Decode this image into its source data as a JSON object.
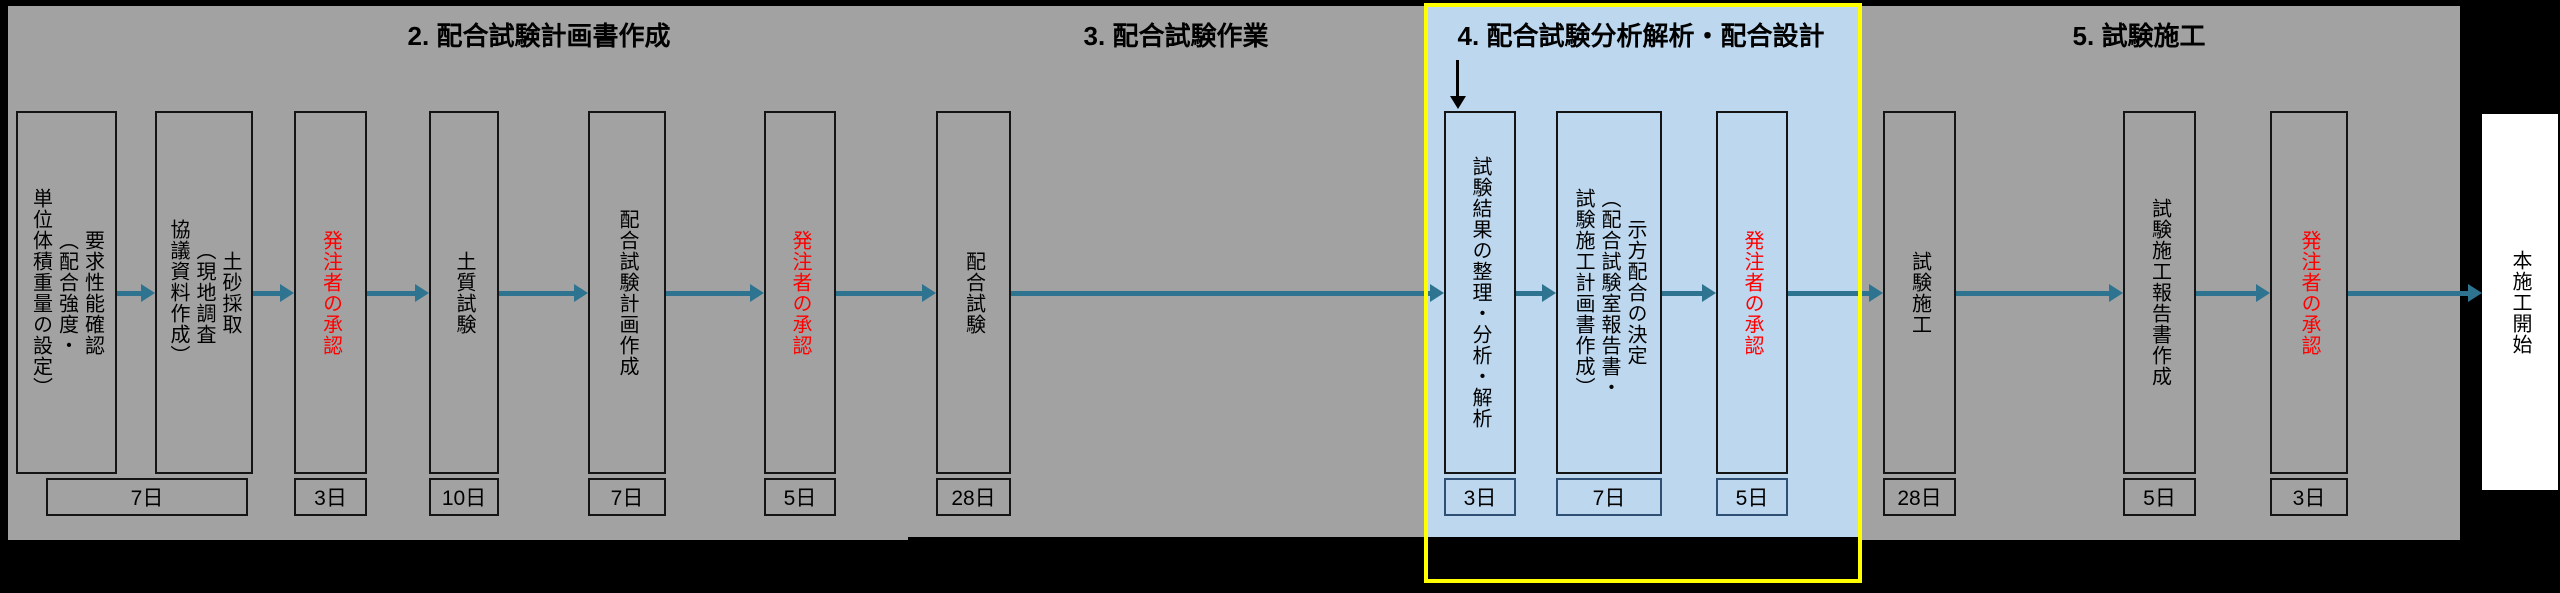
{
  "sections": [
    {
      "label": "2. 配合試験計画書作成"
    },
    {
      "label": "3. 配合試験作業"
    },
    {
      "label": "4. 配合試験分析解析・配合設計"
    },
    {
      "label": "5. 試験施工"
    }
  ],
  "steps": [
    {
      "label": "要求性能確認\n（配合強度・\n単位体積重量の設定）"
    },
    {
      "label": "土砂採取\n（現地調査\n協議資料作成）"
    },
    {
      "label": "発注者の承認",
      "emphasis": "red"
    },
    {
      "label": "土質試験"
    },
    {
      "label": "配合試験計画作成"
    },
    {
      "label": "発注者の承認",
      "emphasis": "red"
    },
    {
      "label": "配合試験"
    },
    {
      "label": "試験結果の整理・分析・解析"
    },
    {
      "label": "示方配合の決定\n（配合試験室報告書・\n試験施工計画書作成）"
    },
    {
      "label": "発注者の承認",
      "emphasis": "red"
    },
    {
      "label": "試験施工"
    },
    {
      "label": "試験施工報告書作成"
    },
    {
      "label": "発注者の承認",
      "emphasis": "red"
    }
  ],
  "durations": [
    "7日",
    "3日",
    "10日",
    "7日",
    "5日",
    "28日",
    "3日",
    "7日",
    "5日",
    "28日",
    "5日",
    "3日"
  ],
  "final_step": {
    "label": "本施工開始"
  },
  "colors": {
    "background": "#000000",
    "panel_gray": "#A2A2A2",
    "highlight_fill": "#BDD7EE",
    "highlight_border": "#FFFF00",
    "arrow": "#2E7490",
    "approval_text": "#FF0000",
    "final_box": "#FFFFFF"
  }
}
